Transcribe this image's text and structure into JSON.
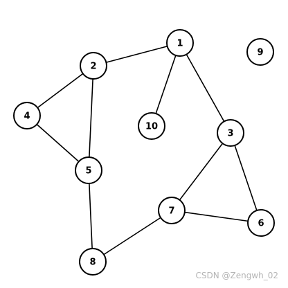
{
  "graph": {
    "nodes": [
      {
        "id": "1",
        "label": "1"
      },
      {
        "id": "2",
        "label": "2"
      },
      {
        "id": "3",
        "label": "3"
      },
      {
        "id": "4",
        "label": "4"
      },
      {
        "id": "5",
        "label": "5"
      },
      {
        "id": "6",
        "label": "6"
      },
      {
        "id": "7",
        "label": "7"
      },
      {
        "id": "8",
        "label": "8"
      },
      {
        "id": "9",
        "label": "9"
      },
      {
        "id": "10",
        "label": "10"
      }
    ],
    "edges": [
      {
        "from": "1",
        "to": "2"
      },
      {
        "from": "1",
        "to": "10"
      },
      {
        "from": "1",
        "to": "3"
      },
      {
        "from": "2",
        "to": "4"
      },
      {
        "from": "2",
        "to": "5"
      },
      {
        "from": "4",
        "to": "5"
      },
      {
        "from": "5",
        "to": "8"
      },
      {
        "from": "3",
        "to": "7"
      },
      {
        "from": "3",
        "to": "6"
      },
      {
        "from": "7",
        "to": "6"
      },
      {
        "from": "7",
        "to": "8"
      }
    ]
  },
  "watermark": "CSDN @Zengwh_02"
}
